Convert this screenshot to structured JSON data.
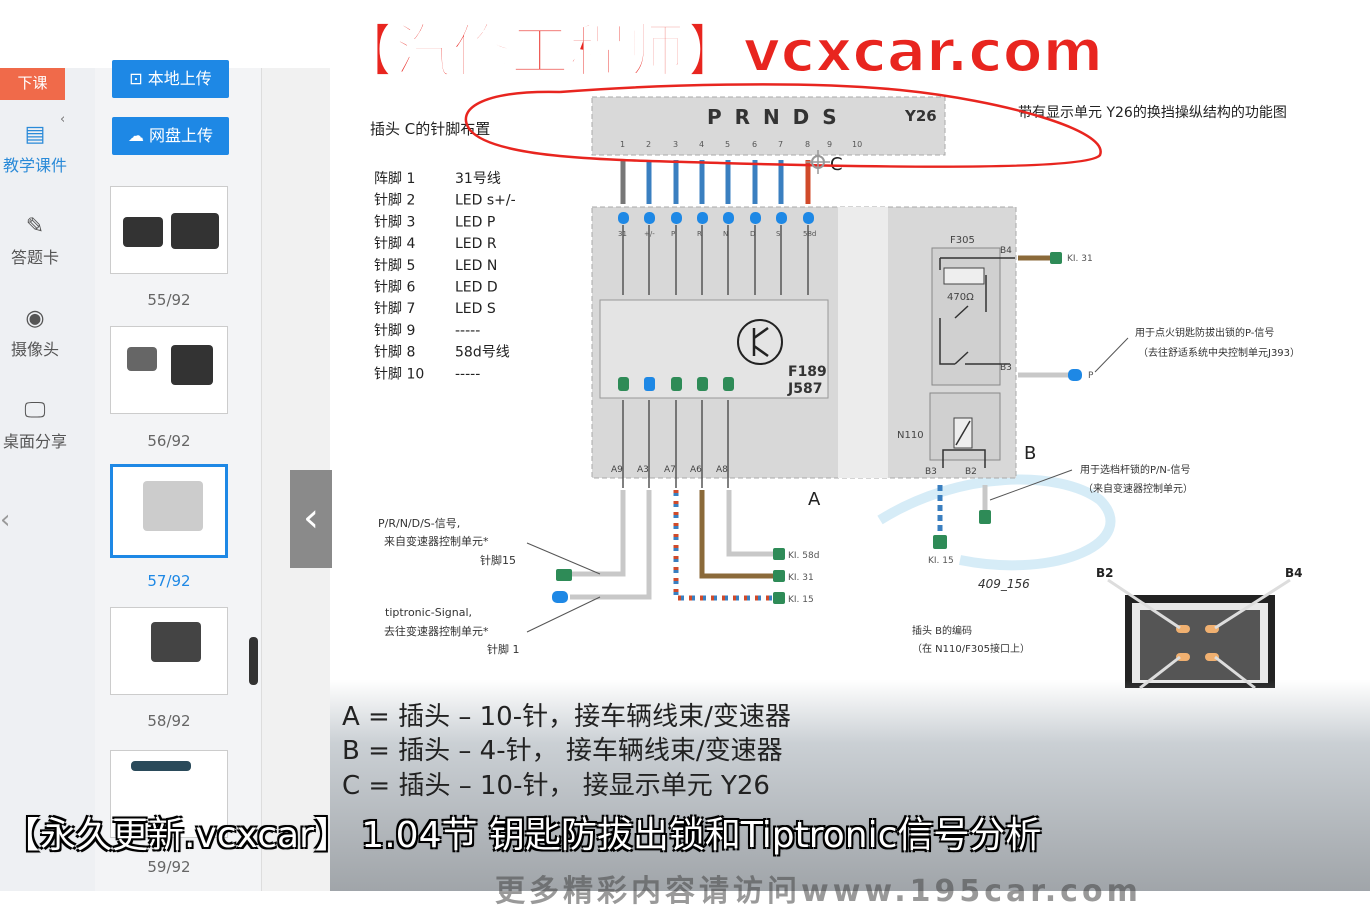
{
  "watermark": "【汽修工程师】vcxcar.com",
  "sidebar": {
    "end_class": "下课",
    "items": [
      {
        "label": "教学课件",
        "icon": "courseware-icon",
        "active": true
      },
      {
        "label": "答题卡",
        "icon": "edit-card-icon",
        "active": false
      },
      {
        "label": "摄像头",
        "icon": "camera-icon",
        "active": false
      },
      {
        "label": "桌面分享",
        "icon": "screen-share-icon",
        "active": false
      }
    ]
  },
  "uploads": {
    "local": "本地上传",
    "cloud": "网盘上传"
  },
  "thumbnails": [
    {
      "label": "55/92",
      "selected": false
    },
    {
      "label": "56/92",
      "selected": false
    },
    {
      "label": "57/92",
      "selected": true
    },
    {
      "label": "58/92",
      "selected": false
    },
    {
      "label": "59/92",
      "selected": false
    }
  ],
  "slide": {
    "title": "带有显示单元 Y26的换挡操纵结构的功能图",
    "pin_heading": "插头 C的针脚布置",
    "pins": [
      {
        "pin": "阵脚 1",
        "desc": "31号线"
      },
      {
        "pin": "针脚 2",
        "desc": "LED s+/-"
      },
      {
        "pin": "针脚 3",
        "desc": "LED P"
      },
      {
        "pin": "针脚 4",
        "desc": "LED R"
      },
      {
        "pin": "针脚 5",
        "desc": "LED N"
      },
      {
        "pin": "针脚 6",
        "desc": "LED D"
      },
      {
        "pin": "针脚 7",
        "desc": "LED S"
      },
      {
        "pin": "针脚 9",
        "desc": "-----"
      },
      {
        "pin": "针脚 8",
        "desc": "58d号线"
      },
      {
        "pin": "针脚 10",
        "desc": "-----"
      }
    ],
    "y26": {
      "gears": "P R N D S",
      "name": "Y26",
      "pin_numbers": [
        "1",
        "2",
        "3",
        "4",
        "5",
        "6",
        "7",
        "8",
        "9",
        "10"
      ]
    },
    "led_labels": [
      "31",
      "+/-",
      "P",
      "R",
      "N",
      "D",
      "S",
      "58d"
    ],
    "module": {
      "name1": "F189",
      "name2": "J587"
    },
    "a_pins": [
      "A9",
      "A3",
      "A7",
      "A6",
      "A8"
    ],
    "connector_a": "A",
    "connector_b": "B",
    "connector_c": "C",
    "terminals": {
      "kl58d": "KI. 58d",
      "kl31": "KI. 31",
      "kl15": "KI. 15",
      "kl31_b4": "KI. 31",
      "p": "P",
      "kl15_b3": "KI. 15"
    },
    "f305": {
      "name": "F305",
      "resistor": "470Ω",
      "b4": "B4",
      "b3": "B3"
    },
    "n110": {
      "name": "N110",
      "b3": "B3",
      "b2": "B2"
    },
    "note_prnds": [
      "P/R/N/D/S-信号,",
      "来自变速器控制单元*",
      "针脚15"
    ],
    "note_tiptronic": [
      "tiptronic-Signal,",
      "去往变速器控制单元*",
      "针脚 1"
    ],
    "note_p_signal": [
      "用于点火钥匙防拔出锁的P-信号",
      "（去往舒适系统中央控制单元J393）"
    ],
    "note_pn_signal": [
      "用于选档杆锁的P/N-信号",
      "（来自变速器控制单元）"
    ],
    "figure_id": "409_156",
    "plug_b_note": [
      "插头 B的编码",
      "（在 N110/F305接口上）"
    ],
    "plug_b_pins": {
      "left": "B2",
      "right": "B4"
    },
    "legend": [
      "A = 插头 – 10-针，接车辆线束/变速器",
      "B = 插头 – 4-针， 接车辆线束/变速器",
      "C = 插头 – 10-针， 接显示单元 Y26"
    ],
    "footer_url": "更多精彩内容请访问www.195car.com"
  },
  "subtitle": "【永久更新.vcxcar】 1.04节 钥匙防拔出锁和Tiptronic信号分析",
  "colors": {
    "accent": "#1e88e5",
    "end_class": "#f06a4a",
    "annotation": "#e8251f",
    "wire_blue": "#3a7fc0",
    "wire_red": "#d04a2a",
    "wire_brown": "#8b6a3a",
    "connector_green": "#2e8b57"
  }
}
